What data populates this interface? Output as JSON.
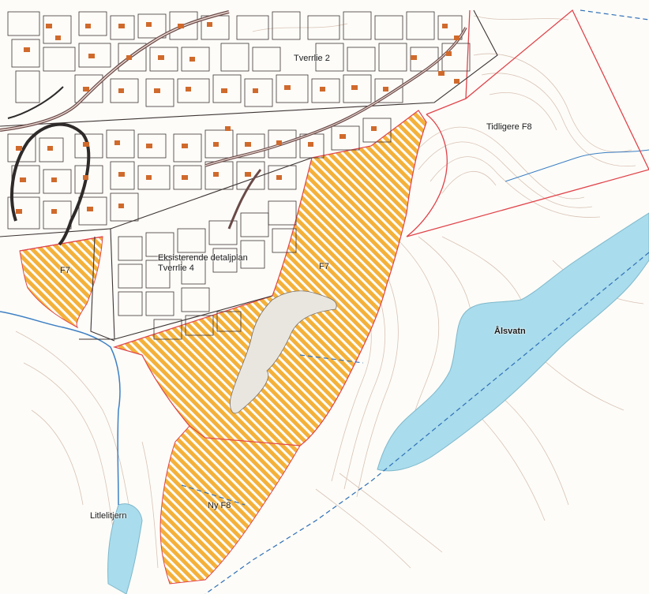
{
  "map": {
    "labels": {
      "tverrlie_2": "Tverrlie 2",
      "tidligere_f8": "Tidligere F8",
      "f7_west": "F7",
      "existing_plan_line1": "Eksisterende detaljplan",
      "existing_plan_line2": "Tverrlie 4",
      "f7_center": "F7",
      "alsvatn": "Ålsvatn",
      "ny_f8": "Ny F8",
      "litlelitjern": "Litlelitjern"
    },
    "colors": {
      "background": "#fdfcf8",
      "contour": "#d9c3b6",
      "water": "#a9dcec",
      "water_edge": "#7fb8cc",
      "zone_fill": "#f4b13a",
      "zone_stripe": "#ffffff",
      "plan_boundary": "#e0434a",
      "road": "#6a4a48",
      "road_dark": "#2e2a2a",
      "plot_outline": "#3d3535",
      "building": "#d06a2c",
      "stream": "#3d7fc4",
      "dashed_line": "#2f6fb8"
    }
  }
}
